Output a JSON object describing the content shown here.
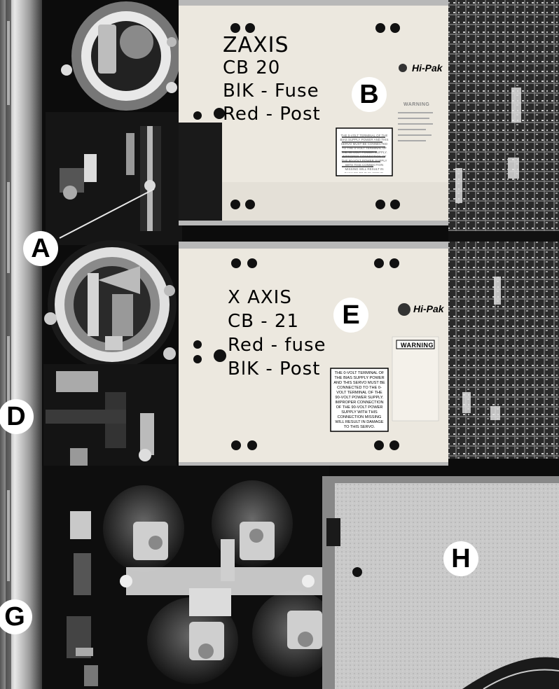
{
  "callouts": [
    "A",
    "B",
    "D",
    "E",
    "G",
    "H"
  ],
  "module_b": {
    "lines": [
      "ZAXIS",
      "CB 20",
      "BlK - Fuse",
      "Red - Post"
    ],
    "brand": "Hi-Pak",
    "warning": "WARNING"
  },
  "module_e": {
    "lines": [
      "X AXIS",
      "CB - 21",
      "Red - fuse",
      "BlK - Post"
    ],
    "brand": "Hi-Pak",
    "warning": "WARNING",
    "notice": "THE 0-VOLT TERMINAL OF THE BIAS SUPPLY POWER AND THIS SERVO MUST BE CONNECTED TO THE 0-VOLT TERMINAL OF THE 90-VOLT POWER SUPPLY. IMPROPER CONNECTION OF THE 90-VOLT POWER SUPPLY WITH THIS CONNECTION MISSING WILL RESULT IN DAMAGE TO THIS SERVO."
  },
  "colors": {
    "background": "#000000",
    "plate": "#ece8df",
    "callout": "#ffffff",
    "ink": "#000000"
  }
}
